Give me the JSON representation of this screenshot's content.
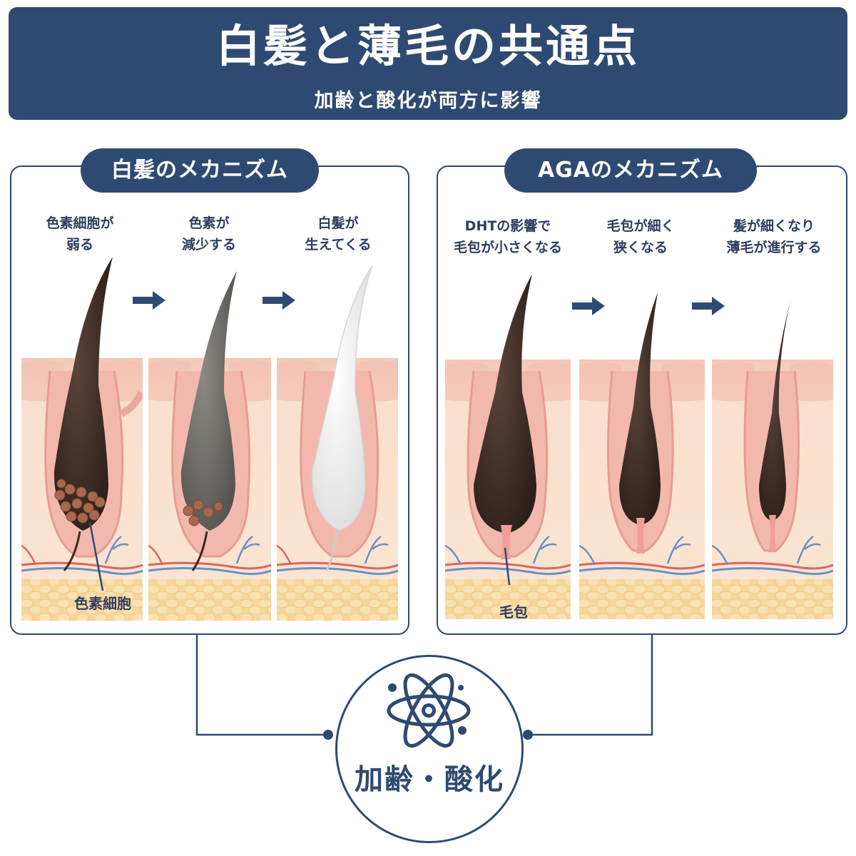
{
  "header": {
    "title": "白髪と薄毛の共通点",
    "subtitle": "加齢と酸化が両方に影響"
  },
  "left_panel": {
    "title": "白髪のメカニズム",
    "steps": [
      {
        "line1": "色素細胞が",
        "line2": "弱る"
      },
      {
        "line1": "色素が",
        "line2": "減少する"
      },
      {
        "line1": "白髪が",
        "line2": "生えてくる"
      }
    ],
    "callout": "色素細胞"
  },
  "right_panel": {
    "title": "AGAのメカニズム",
    "steps": [
      {
        "line1": "DHTの影響で",
        "line2": "毛包が小さくなる"
      },
      {
        "line1": "毛包が細く",
        "line2": "狭くなる"
      },
      {
        "line1": "髪が細くなり",
        "line2": "薄毛が進行する"
      }
    ],
    "callout": "毛包"
  },
  "center": {
    "label": "加齢・酸化",
    "icon": "atom-icon"
  },
  "colors": {
    "navy": "#2f4a72",
    "skin": "#f7dcc8",
    "follicle_pink": "#f0b5b0",
    "fat": "#f6d79b",
    "hair_dark": "#3a2a22",
    "hair_gray": "#6a6864",
    "hair_white": "#f4f4f4",
    "melanocyte": "#a9684e",
    "vein": "#6d8fc4",
    "artery": "#d9665f"
  }
}
